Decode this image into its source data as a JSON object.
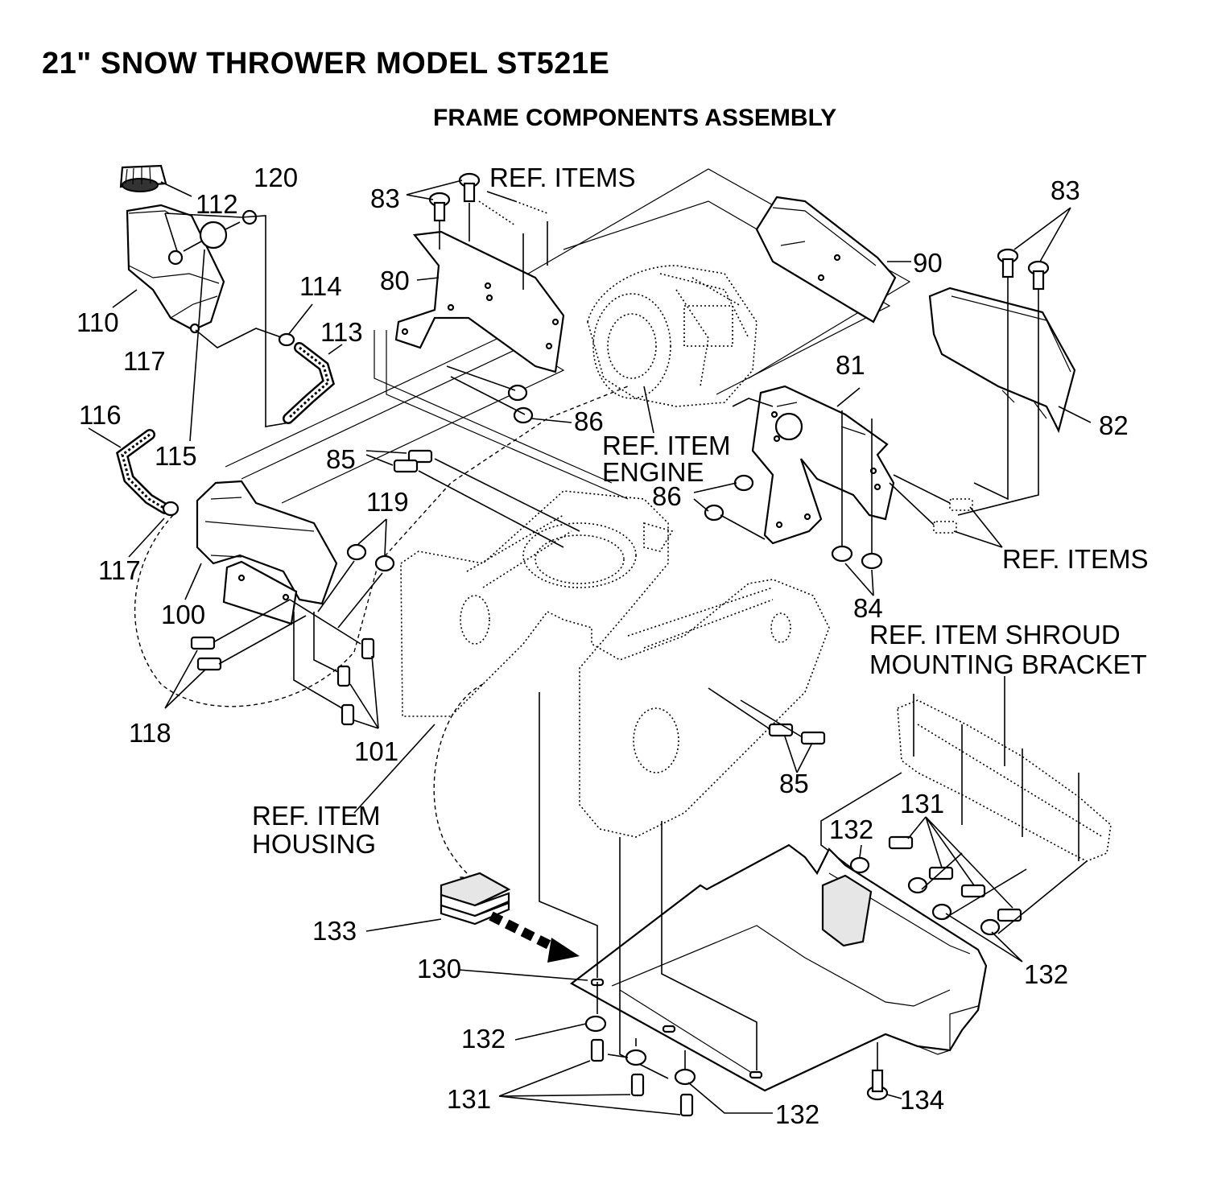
{
  "header": {
    "title": "21\" SNOW THROWER MODEL ST521E",
    "subtitle": "FRAME COMPONENTS ASSEMBLY"
  },
  "callouts": {
    "c112": "112",
    "c120": "120",
    "c83a": "83",
    "ref_items_top": "REF. ITEMS",
    "c83b": "83",
    "c90": "90",
    "c110": "110",
    "c80": "80",
    "c114": "114",
    "c113": "113",
    "c117a": "117",
    "c81": "81",
    "c116": "116",
    "c115": "115",
    "c86a": "86",
    "c82": "82",
    "ref_item_engine_1": "REF. ITEM",
    "ref_item_engine_2": "ENGINE",
    "c85a": "85",
    "c86b": "86",
    "c119": "119",
    "ref_items_right": "REF. ITEMS",
    "c117b": "117",
    "c84": "84",
    "c100": "100",
    "ref_shroud_1": "REF. ITEM SHROUD",
    "ref_shroud_2": "MOUNTING BRACKET",
    "c118": "118",
    "c101": "101",
    "c85b": "85",
    "c131a": "131",
    "ref_housing_1": "REF. ITEM",
    "ref_housing_2": "HOUSING",
    "c132a": "132",
    "c133": "133",
    "c132b": "132",
    "c130": "130",
    "c132c": "132",
    "c131b": "131",
    "c134": "134",
    "c132d": "132"
  }
}
